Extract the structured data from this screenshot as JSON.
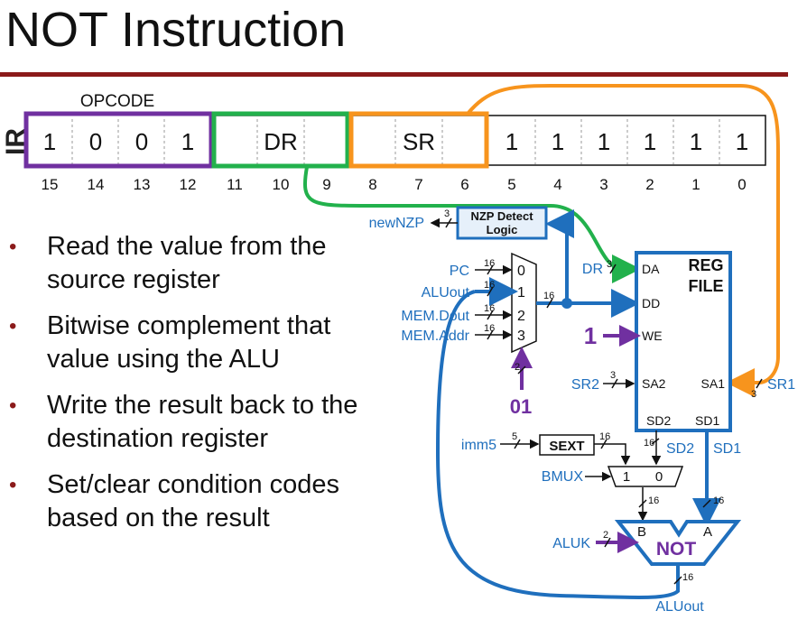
{
  "slide": {
    "title": "NOT Instruction",
    "ir_label": "IR"
  },
  "instruction_register": {
    "opcode_label": "OPCODE",
    "opcode_bits": [
      "1",
      "0",
      "0",
      "1"
    ],
    "dr_label": "DR",
    "sr_label": "SR",
    "low_bits": [
      "1",
      "1",
      "1",
      "1",
      "1",
      "1"
    ],
    "bit_numbers": [
      "15",
      "14",
      "13",
      "12",
      "11",
      "10",
      "9",
      "8",
      "7",
      "6",
      "5",
      "4",
      "3",
      "2",
      "1",
      "0"
    ]
  },
  "bullets": [
    "Read the value from the source register",
    "Bitwise complement that value using the ALU",
    "Write the result back to the destination register",
    "Set/clear condition codes based on the result"
  ],
  "datapath": {
    "nzp_box": [
      "NZP Detect",
      "Logic"
    ],
    "new_nzp": "newNZP",
    "mux_inputs": [
      "PC",
      "ALUout",
      "MEM.Dout",
      "MEM.Addr"
    ],
    "mux_ports": [
      "0",
      "1",
      "2",
      "3"
    ],
    "mux_select": "01",
    "reg_file": [
      "REG",
      "FILE"
    ],
    "reg_ports_left": [
      "DA",
      "DD",
      "WE",
      "SA2"
    ],
    "reg_port_sa1": "SA1",
    "reg_ports_bottom": [
      "SD2",
      "SD1"
    ],
    "dr_input": "DR",
    "we_input": "1",
    "sr2_input": "SR2",
    "sr1_input": "SR1",
    "imm5": "imm5",
    "sext": "SEXT",
    "bmux": "BMUX",
    "bmux_ports": [
      "1",
      "0"
    ],
    "sd2_out": "SD2",
    "sd1_out": "SD1",
    "alu_op": "NOT",
    "alu_ports": [
      "B",
      "A"
    ],
    "aluk": "ALUK",
    "alu_out": "ALUout",
    "widths": {
      "w16": "16",
      "w3": "3",
      "w5": "5",
      "w2": "2"
    }
  },
  "colors": {
    "opcode": "#7030a0",
    "dr": "#22b14c",
    "sr": "#f7941d",
    "datapath": "#1f6fbd",
    "control": "#7030a0",
    "rule": "#8b1a1a"
  }
}
